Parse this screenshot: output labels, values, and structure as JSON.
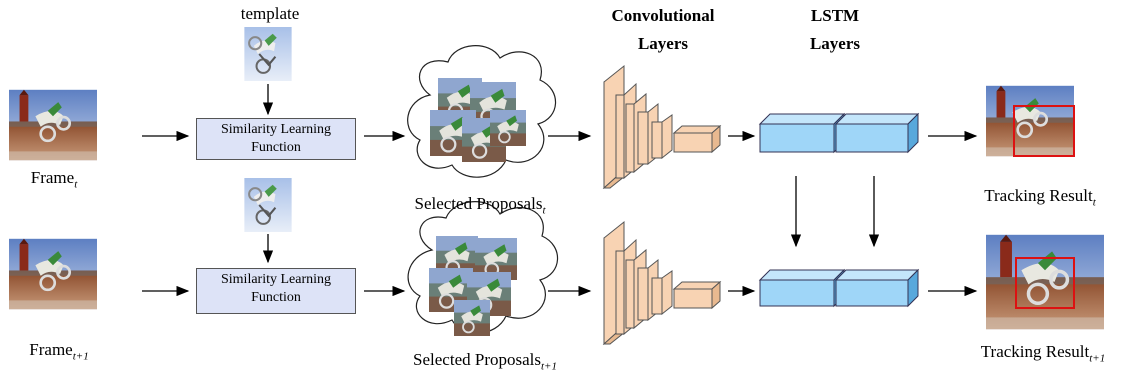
{
  "labels": {
    "template": "template",
    "frame_t": "Frame",
    "frame_t_sub": "t",
    "frame_t1": "Frame",
    "frame_t1_sub": "t+1",
    "similarity_line1": "Similarity Learning",
    "similarity_line2": "Function",
    "proposals_t": "Selected Proposals",
    "proposals_t_sub": "t",
    "proposals_t1": "Selected Proposals",
    "proposals_t1_sub": "t+1",
    "conv_line1": "Convolutional",
    "conv_line2": "Layers",
    "lstm_line1": "LSTM",
    "lstm_line2": "Layers",
    "tracking_t": "Tracking Result",
    "tracking_t_sub": "t",
    "tracking_t1": "Tracking Result",
    "tracking_t1_sub": "t+1"
  },
  "colors": {
    "sim_box_fill": "#dde3f7",
    "conv_fill": "#f8d3b3",
    "lstm_fill": "#9fd6f8",
    "lstm_side": "#58a8dc",
    "tracking_box": "#dd1111",
    "sky": "#7f9fd3"
  }
}
